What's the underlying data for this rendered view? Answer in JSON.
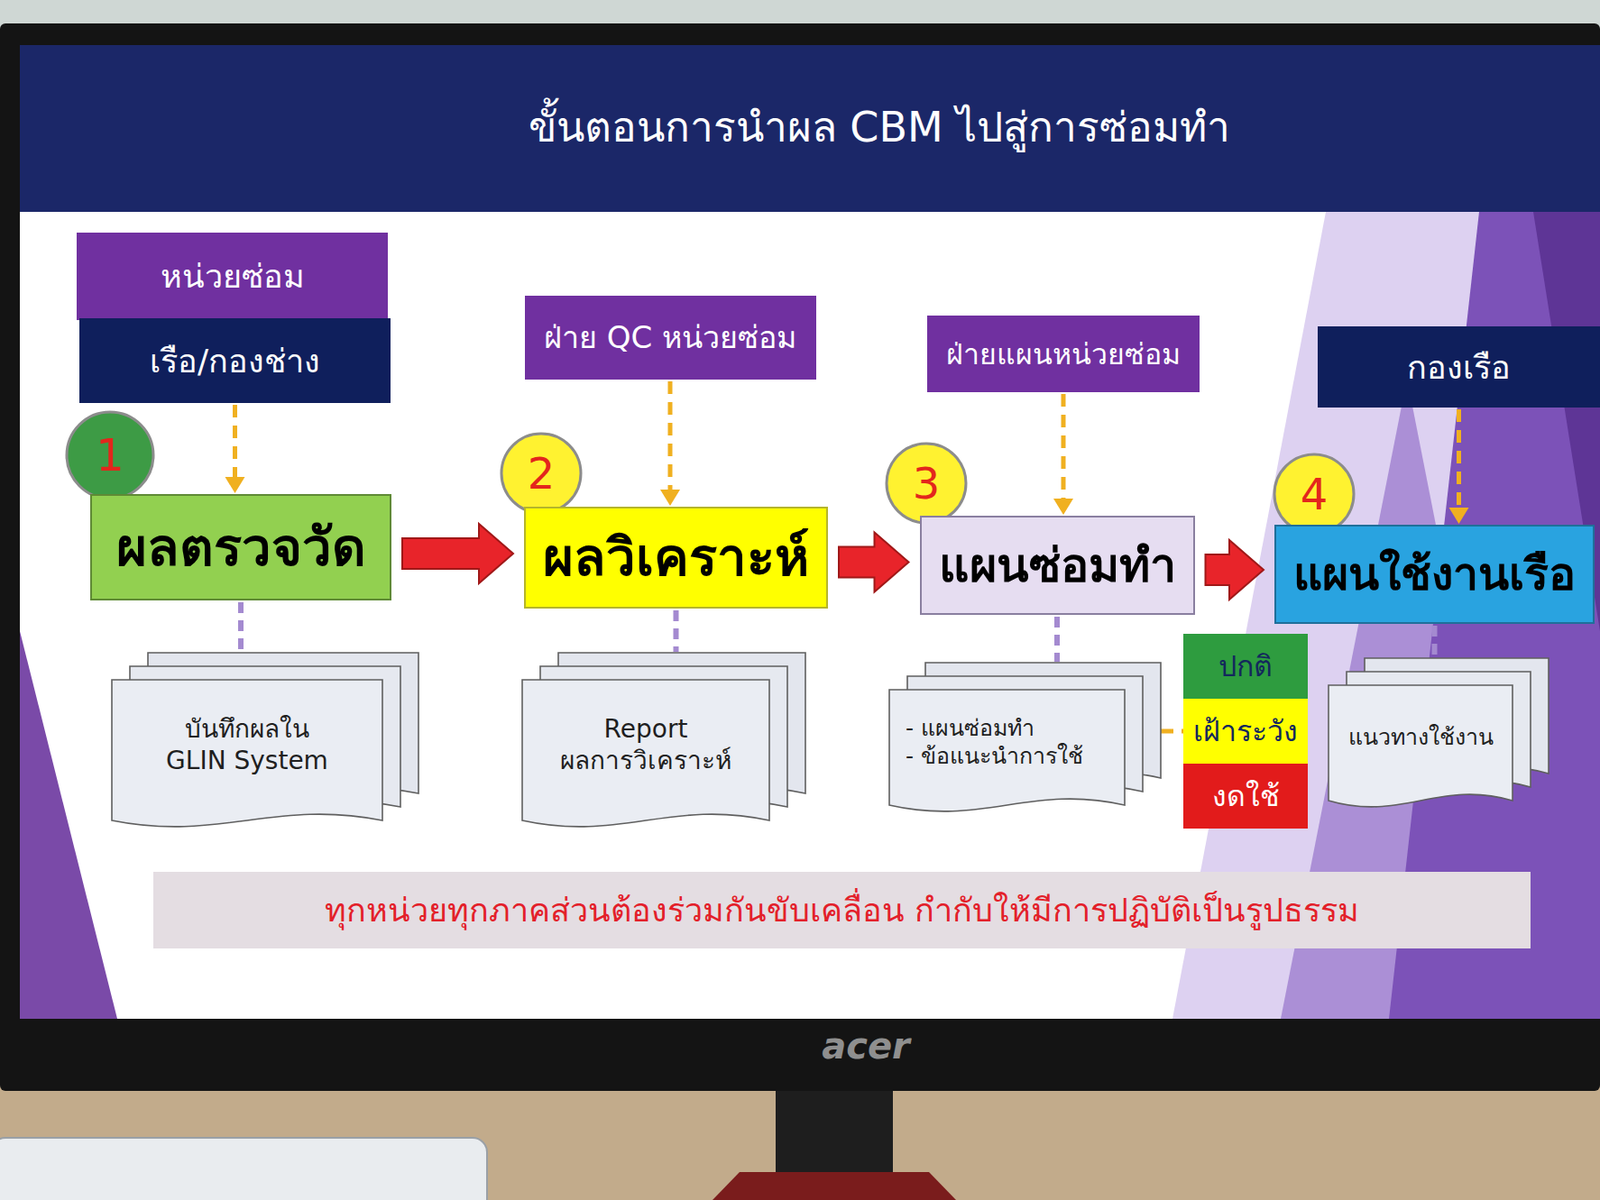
{
  "diagram": {
    "title": "ขั้นตอนการนำผล CBM ไปสู่การซ่อมทำ",
    "nodes": [
      {
        "text": [
          "หน่วยซ่อม"
        ]
      },
      {
        "text": [
          "เรือ/กองช่าง"
        ]
      },
      {
        "text": [
          "1"
        ]
      },
      {
        "text": [
          "ผลตรวจวัด"
        ]
      },
      {
        "text": [
          "บันทึกผลใน GLIN System"
        ]
      },
      {
        "text": [
          "ฝ่าย QC หน่วยซ่อม"
        ]
      },
      {
        "text": [
          "2"
        ]
      },
      {
        "text": [
          "ผลวิเคราะห์"
        ]
      },
      {
        "text": [
          "Report ผลการวิเคราะห์"
        ]
      },
      {
        "text": [
          "ฝ่ายแผนหน่วยซ่อม"
        ]
      },
      {
        "text": [
          "3"
        ]
      },
      {
        "text": [
          "แผนซ่อมทำ"
        ]
      },
      {
        "text": [
          "- แผนซ่อมทำ",
          "- ข้อแนะนำการใช้"
        ]
      },
      {
        "text": [
          "ปกติ"
        ]
      },
      {
        "text": [
          "เฝ้าระวัง"
        ]
      },
      {
        "text": [
          "งดใช้"
        ]
      },
      {
        "text": [
          "กองเรือ"
        ]
      },
      {
        "text": [
          "4"
        ]
      },
      {
        "text": [
          "แผนใช้งานเรือ"
        ]
      },
      {
        "text": [
          "แนวทางใช้งาน"
        ]
      },
      {
        "text": [
          "ทุกหน่วยทุกภาคส่วนต้องร่วมกันขับเคลื่อน กำกับให้มีการปฏิบัติเป็นรูปธรรม"
        ]
      }
    ],
    "edges": [
      {
        "from": 1,
        "to": 3,
        "arrow": "to"
      },
      {
        "from": 5,
        "to": 7,
        "arrow": "to"
      },
      {
        "from": 9,
        "to": 11,
        "arrow": "to"
      },
      {
        "from": 16,
        "to": 18,
        "arrow": "to"
      },
      {
        "from": 3,
        "to": 7,
        "arrow": "to"
      },
      {
        "from": 7,
        "to": 11,
        "arrow": "to"
      },
      {
        "from": 11,
        "to": 18,
        "arrow": "to"
      },
      {
        "from": 3,
        "to": 4,
        "arrow": "none"
      },
      {
        "from": 7,
        "to": 8,
        "arrow": "none"
      },
      {
        "from": 11,
        "to": 12,
        "arrow": "none"
      },
      {
        "from": 18,
        "to": 19,
        "arrow": "none"
      },
      {
        "from": 12,
        "to": 14,
        "arrow": "none"
      }
    ],
    "labels": [
      "acer"
    ]
  }
}
